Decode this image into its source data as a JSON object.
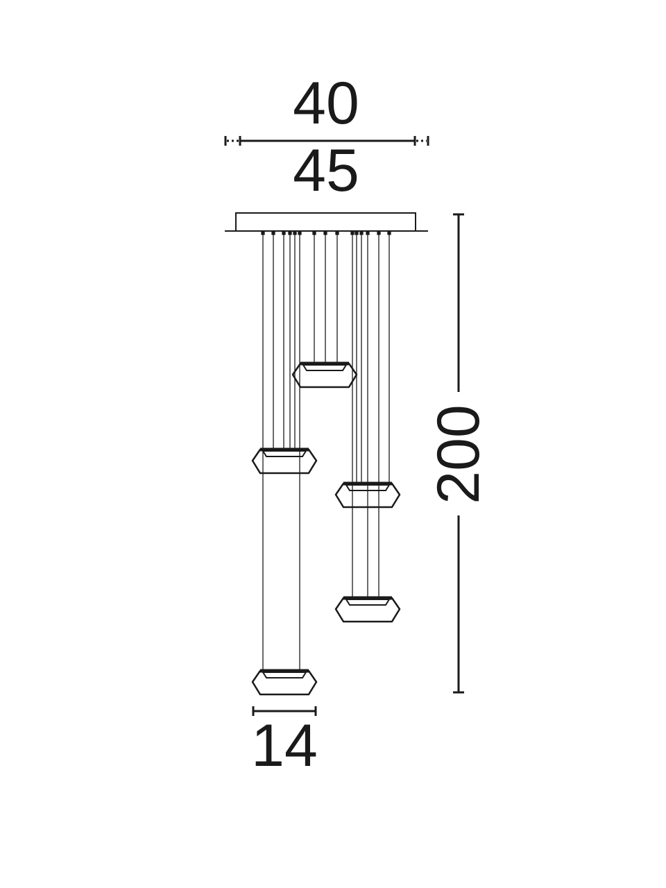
{
  "dimensions": {
    "top_width": "40",
    "canopy_width": "45",
    "height": "200",
    "pendant_width": "14"
  },
  "colors": {
    "line": "#1a1a1a",
    "background": "#ffffff"
  }
}
